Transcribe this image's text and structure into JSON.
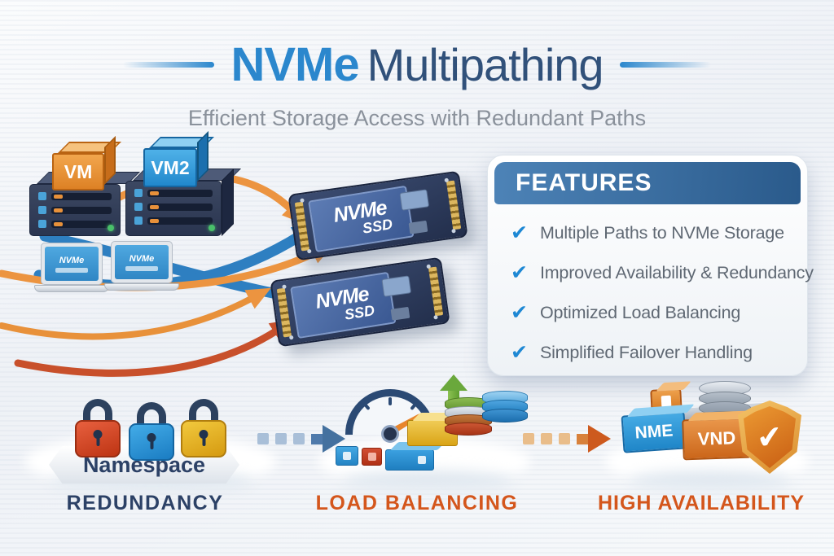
{
  "title": {
    "accent": "NVMe",
    "main": "Multipathing",
    "subtitle": "Efficient Storage Access with Redundant Paths"
  },
  "colors": {
    "accent_blue": "#2b87cd",
    "navy": "#31517a",
    "subtitle_gray": "#8a919b",
    "features_header_gradient": [
      "#4d83b7",
      "#2a5a8b"
    ],
    "check_blue": "#1e88d4",
    "arrow_orange": "#ec9440",
    "arrow_blue": "#2e7fc1",
    "arrow_red": "#c8502b",
    "caption_navy": "#2c4166",
    "caption_orange": "#d4561c"
  },
  "diagram": {
    "vm1_label": "VM",
    "vm2_label": "VM2",
    "ssd_line1": "NVMe",
    "ssd_line2": "SSD",
    "laptop_screen_text": "NVMe"
  },
  "features": {
    "heading": "FEATURES",
    "check_icon": "✔",
    "items": [
      "Multiple Paths to NVMe Storage",
      "Improved Availability & Redundancy",
      "Optimized Load Balancing",
      "Simplified Failover Handling"
    ]
  },
  "bottom": {
    "redundancy": {
      "platform_label": "Namespace",
      "caption": "REDUNDANCY"
    },
    "load_balancing": {
      "caption": "LOAD BALANCING"
    },
    "high_availability": {
      "box1": "NME",
      "box2": "VND",
      "caption": "HIGH AVAILABILITY"
    }
  }
}
